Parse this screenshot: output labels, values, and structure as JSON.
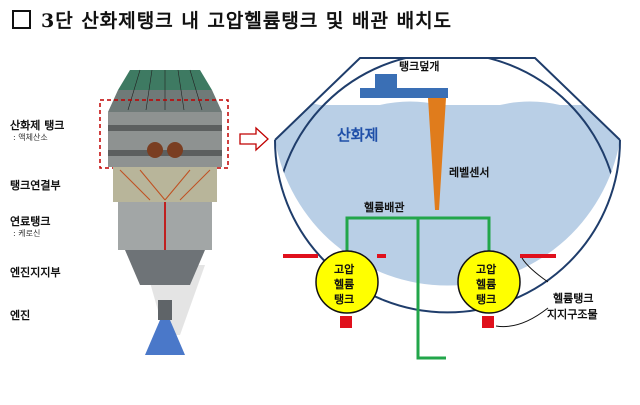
{
  "title": "3단 산화제탱크 내 고압헬륨탱크 및 배관 배치도",
  "rocket_labels": {
    "oxidizer_tank": "산화제 탱크",
    "oxidizer_tank_sub": ": 액체산소",
    "tank_connector": "탱크연결부",
    "fuel_tank": "연료탱크",
    "fuel_tank_sub": ": 케로신",
    "engine_support": "엔진지지부",
    "engine": "엔진"
  },
  "diagram_labels": {
    "tank_lid": "탱크덮개",
    "oxidizer": "산화제",
    "level_sensor": "레벨센서",
    "helium_pipe": "헬륨배관",
    "helium_tank_left": [
      "고압",
      "헬륨",
      "탱크"
    ],
    "helium_tank_right": [
      "고압",
      "헬륨",
      "탱크"
    ],
    "support_structure_line1": "헬륨탱크",
    "support_structure_line2": "지지구조물"
  },
  "colors": {
    "liquid": "#b9cfe6",
    "outline": "#1f3d6b",
    "pipe": "#22a64a",
    "lid": "#3a6fb5",
    "sensor": "#e07c1c",
    "support": "#e0101c",
    "helium_tank": "#ffff00",
    "highlight": "#c00000"
  }
}
